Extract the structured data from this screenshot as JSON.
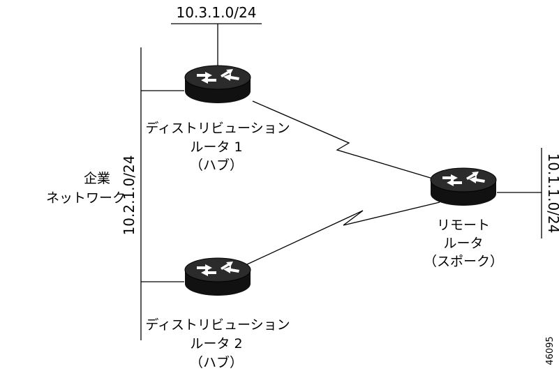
{
  "networks": {
    "top": "10.3.1.0/24",
    "left_vertical": "10.2.1.0/24",
    "right_vertical": "10.1.1.0/24"
  },
  "enterprise": {
    "line1": "企業",
    "line2": "ネットワーク"
  },
  "router_dist1": {
    "line1": "ディストリビューション",
    "line2": "ルータ 1",
    "line3": "（ハブ）"
  },
  "router_dist2": {
    "line1": "ディストリビューション",
    "line2": "ルータ 2",
    "line3": "（ハブ）"
  },
  "router_remote": {
    "line1": "リモート",
    "line2": "ルータ",
    "line3": "（スポーク）"
  },
  "figure_id": "46095",
  "colors": {
    "router_body": "#1a1a1a",
    "router_top": "#2b2b2b",
    "arrow": "#ffffff",
    "line": "#000000"
  }
}
